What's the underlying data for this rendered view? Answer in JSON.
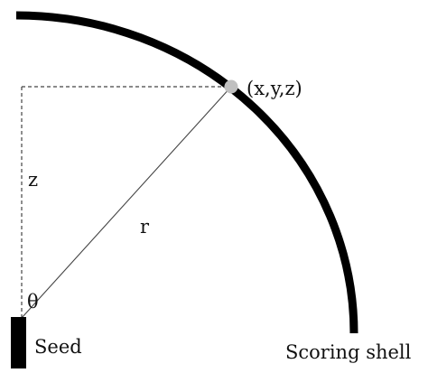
{
  "labels": {
    "point": "(x,y,z)",
    "z_axis": "z",
    "radius": "r",
    "angle": "θ",
    "source": "Seed",
    "shell": "Scoring shell"
  },
  "colors": {
    "shell": "#000000",
    "seed": "#000000",
    "radius_line": "#444444",
    "guide_lines": "#444444",
    "point_marker": "#c0c0c0",
    "text": "#111111",
    "background": "#ffffff"
  }
}
